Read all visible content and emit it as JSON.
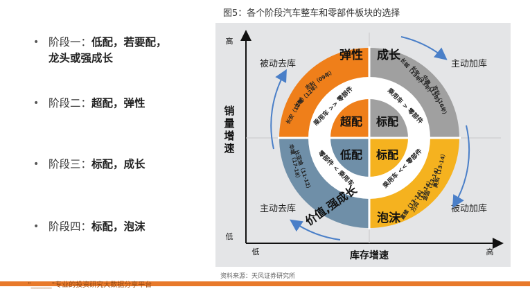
{
  "figure_title": "图5：各个阶段汽车整车和零部件板块的选择",
  "source": "资料来源：天风证券研究所",
  "footer_text": "\"______\"专业的投资研究大数据分享平台",
  "bullets": [
    {
      "label": "阶段一：",
      "value": "低配，若要配，",
      "value2": "龙头或强成长"
    },
    {
      "label": "阶段二：",
      "value": "超配，弹性",
      "value2": ""
    },
    {
      "label": "阶段三：",
      "value": "标配，成长",
      "value2": ""
    },
    {
      "label": "阶段四：",
      "value": "标配，泡沫",
      "value2": ""
    }
  ],
  "bullet_symbol": "•",
  "axes": {
    "y_label_1": "销",
    "y_label_2": "量",
    "y_label_3": "增",
    "y_label_4": "速",
    "x_label": "库存增速",
    "y_high": "高",
    "y_low": "低",
    "x_low": "低",
    "x_high": "高"
  },
  "corners": {
    "top_left": "被动去库",
    "top_right": "主动加库",
    "bottom_left": "主动去库",
    "bottom_right": "被动加库"
  },
  "outer": {
    "top_left": "弹性",
    "top_right": "成长",
    "bottom_left": "价值,强成长",
    "bottom_right": "泡沫"
  },
  "inner": {
    "top_left": "超配",
    "top_right": "标配",
    "bottom_left": "低配",
    "bottom_right": "标配"
  },
  "middle_ring": {
    "top_left": "乘用车 >> 零部件",
    "top_right": "乘用车 > 零部件",
    "bottom_left": "零部件 < 乘用车",
    "bottom_right": "乘用车 << 零部件"
  },
  "ring_periods": {
    "tl_1": "长安（12年）",
    "tl_2": "长城（12年）",
    "tl_3": "吉利（09年）",
    "tr_1": "长城（13年）",
    "tr_2": "长安（13年）",
    "tr_3": "中鼎（13年）",
    "tr_4": "吉利（16年）",
    "bl_1": "华域（17-18）",
    "bl_2": "比亚迪（11-12）",
    "br_1": "富维（13-14）",
    "br_2": "万向（13-14）",
    "br_3": "金固（13-14）",
    "br_4": "奥拓（13-14）"
  },
  "colors": {
    "orange": "#ef7f1a",
    "gray": "#a0a0a0",
    "blue": "#6f8fa8",
    "yellow": "#f5b21f",
    "arrow": "#4a7fc8"
  }
}
